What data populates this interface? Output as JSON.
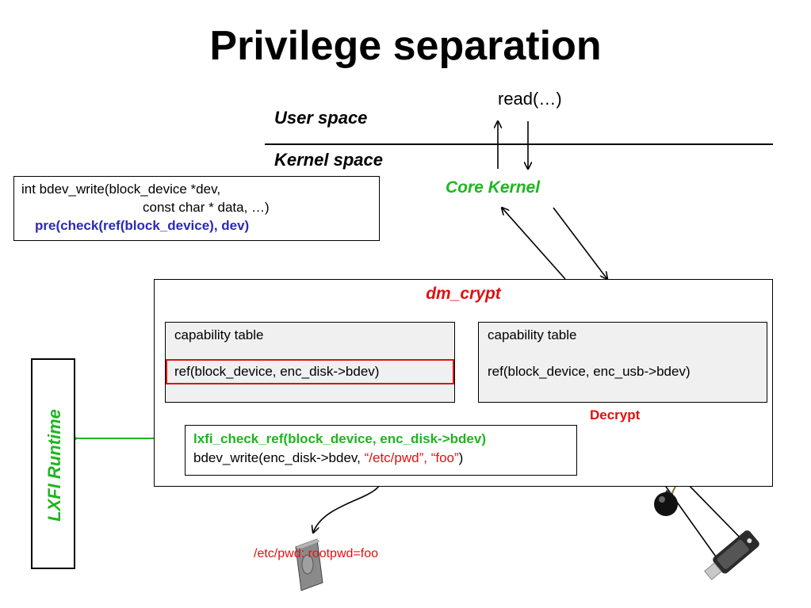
{
  "title": "Privilege separation",
  "syscall": "read(…)",
  "user_space_label": "User space",
  "kernel_space_label": "Kernel space",
  "core_kernel_label": "Core Kernel",
  "code_box": {
    "line1": "int bdev_write(block_device *dev,",
    "line2": "const char * data, …)",
    "line3": "pre(check(ref(block_device), dev)"
  },
  "dm_crypt": {
    "title": "dm_crypt",
    "left_table": {
      "title": "capability table",
      "entry": "ref(block_device, enc_disk->bdev)"
    },
    "right_table": {
      "title": "capability table",
      "entry": "ref(block_device, enc_usb->bdev)"
    },
    "call": {
      "check": "lxfi_check_ref(block_device, enc_disk->bdev)",
      "write_prefix": "bdev_write(enc_disk->bdev, ",
      "write_args": "“/etc/pwd”, “foo”",
      "write_suffix": ")"
    }
  },
  "runtime_label": "LXFI Runtime",
  "decrypt_label": "Decrypt",
  "pwd_result": "/etc/pwd: rootpwd=foo",
  "colors": {
    "green": "#1fb51f",
    "red": "#e01010",
    "blue": "#2a2ab8"
  },
  "icons": [
    "bug-icon",
    "bomb-icon",
    "usb-drive-icon",
    "hard-disk-icon"
  ]
}
